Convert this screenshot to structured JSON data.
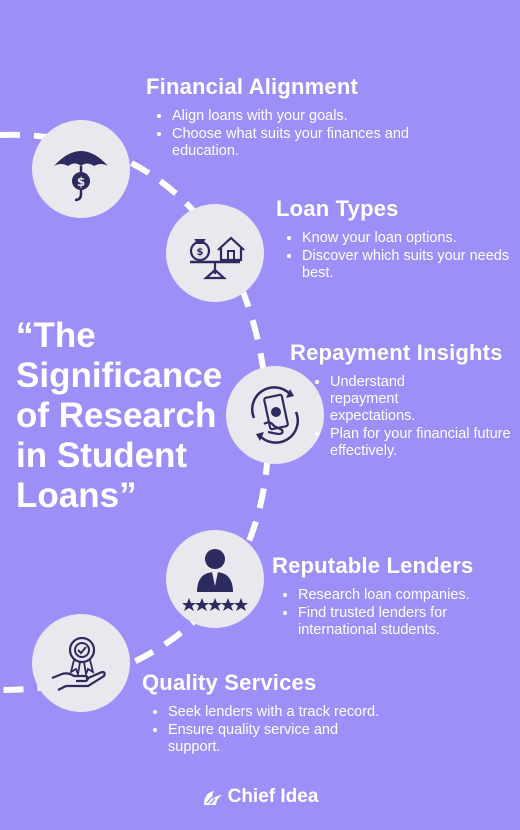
{
  "main_title": "“The Significance of Research in Student Loans”",
  "sections": [
    {
      "title": "Financial Alignment",
      "icon": "umbrella-dollar-icon",
      "bullets": [
        "Align loans with your goals.",
        "Choose what suits your finances and education."
      ]
    },
    {
      "title": "Loan Types",
      "icon": "money-bag-house-scale-icon",
      "bullets": [
        "Know your loan options.",
        "Discover which suits your needs best."
      ]
    },
    {
      "title": "Repayment Insights",
      "icon": "hand-money-return-icon",
      "bullets": [
        "Understand repayment expectations.",
        "Plan for your financial future effectively."
      ]
    },
    {
      "title": "Reputable Lenders",
      "icon": "person-five-stars-icon",
      "bullets": [
        "Research loan companies.",
        "Find trusted lenders for international students."
      ]
    },
    {
      "title": "Quality Services",
      "icon": "hand-award-badge-icon",
      "bullets": [
        "Seek lenders with a track record.",
        "Ensure quality service and support."
      ]
    }
  ],
  "brand": {
    "name": "Chief Idea",
    "icon": "chief-idea-logo-icon"
  },
  "colors": {
    "background": "#9c8ff8",
    "circle": "#e9e8ee",
    "icon": "#2c2a5e",
    "text": "#ffffff"
  }
}
